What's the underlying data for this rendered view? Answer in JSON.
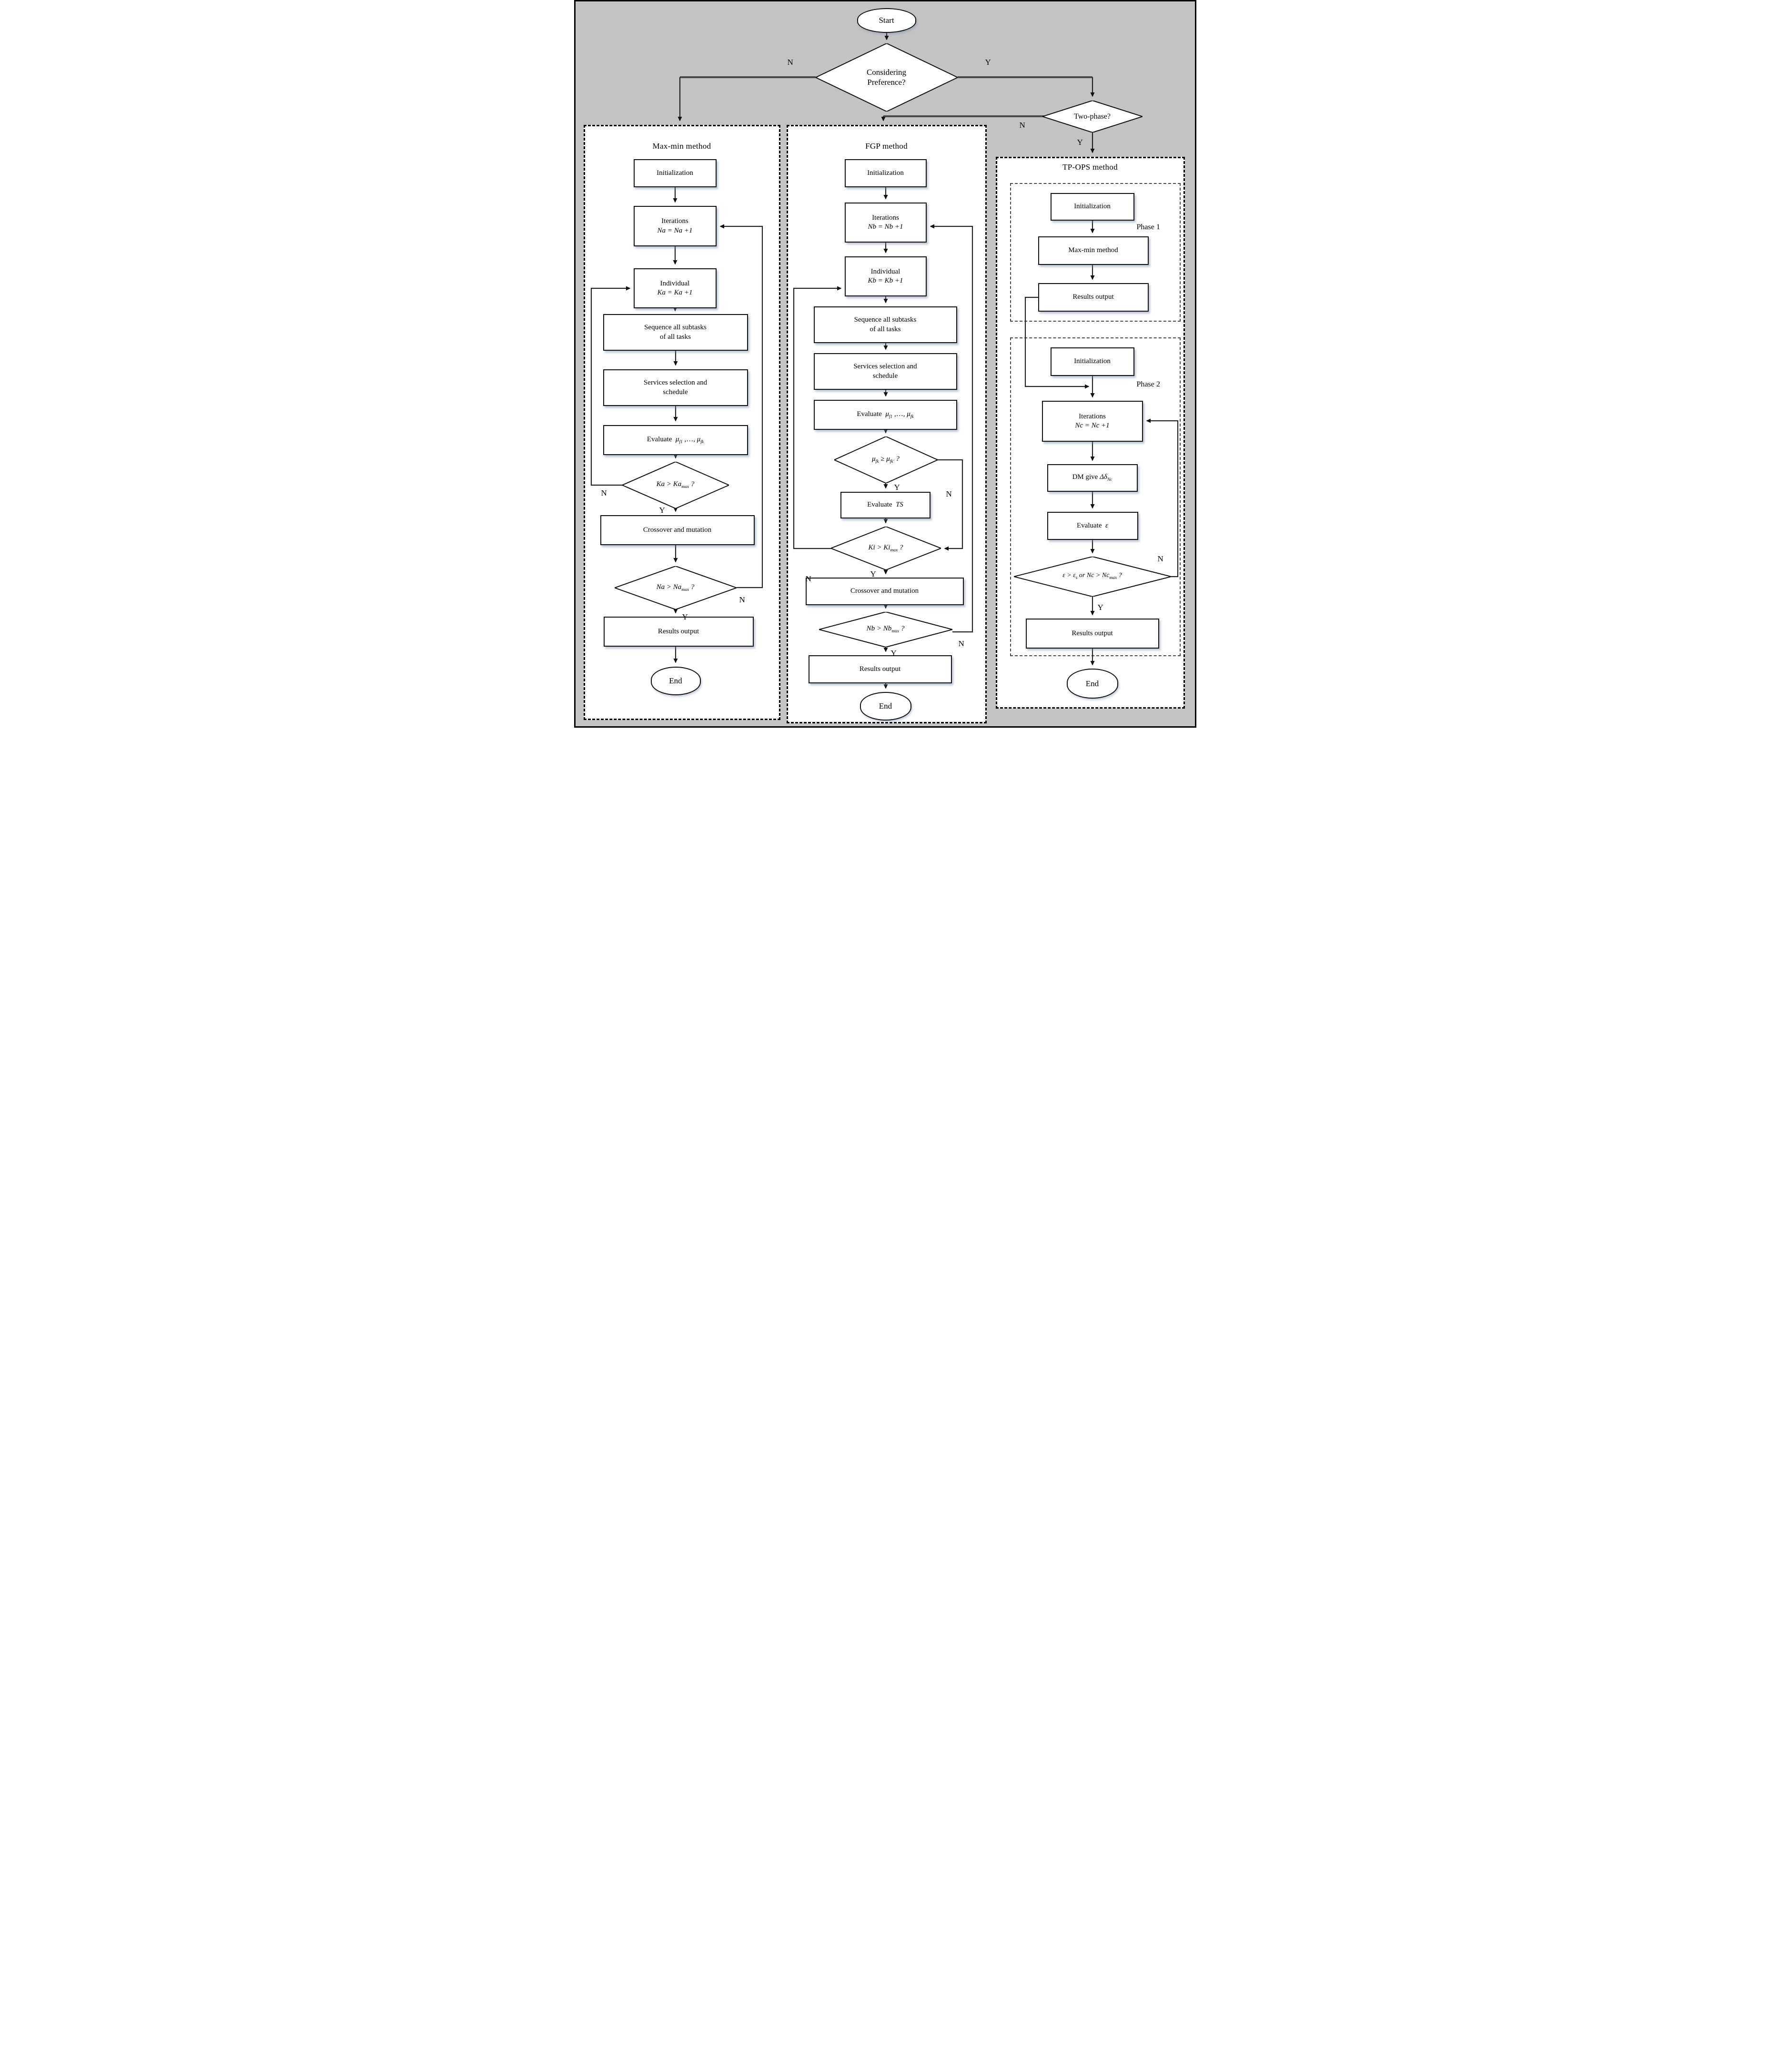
{
  "start_label": "Start",
  "end_label": "End",
  "labels": {
    "cp_n": "N",
    "cp_y": "Y",
    "tp_n": "N",
    "tp_y": "Y",
    "ka_n": "N",
    "ka_y": "Y",
    "na_n": "N",
    "na_y": "Y",
    "mu_n": "N",
    "mu_y": "Y",
    "ki_n": "N",
    "ki_y": "Y",
    "nb_n": "N",
    "nb_y": "Y",
    "eps_n": "N",
    "eps_y": "Y"
  },
  "decisions": {
    "considering": {
      "line1": "Considering",
      "line2": "Preference?"
    },
    "two_phase": "Two-phase?",
    "ka": {
      "pre": "Ka > Ka",
      "sub": "max",
      "post": " ?"
    },
    "na": {
      "pre": "Na > Na",
      "sub": "max",
      "post": " ?"
    },
    "mu": {
      "m1": "μ",
      "s1": "fk",
      "mid": " ≥ ",
      "m2": "μ",
      "s2": "fk′",
      "post": " ?"
    },
    "ki": {
      "pre": "Ki > Ki",
      "sub": "max",
      "post": " ?"
    },
    "nb": {
      "pre": "Nb > Nb",
      "sub": "max",
      "post": " ?"
    },
    "eps": {
      "p1": "ε > ε",
      "s1": "s",
      "p2": " or Nc > Nc",
      "s2": "max",
      "post": " ?"
    }
  },
  "maxmin": {
    "title": "Max-min method",
    "init": "Initialization",
    "iter1": "Iterations",
    "iter2": "Na = Na +1",
    "ind1": "Individual",
    "ind2": "Ka = Ka +1",
    "seq1": "Sequence all subtasks",
    "seq2": "of all tasks",
    "svc1": "Services selection and",
    "svc2": "schedule",
    "eval_pre": "Evaluate",
    "mu1": "μ",
    "mus1": "f1",
    "mid": " ,…, ",
    "mu2": "μ",
    "mus2": "fk",
    "cross": "Crossover and mutation",
    "results": "Results output",
    "end": "End"
  },
  "fgp": {
    "title": "FGP method",
    "init": "Initialization",
    "iter1": "Iterations",
    "iter2": "Nb = Nb +1",
    "ind1": "Individual",
    "ind2": "Kb = Kb +1",
    "seq1": "Sequence all subtasks",
    "seq2": "of all tasks",
    "svc1": "Services selection and",
    "svc2": "schedule",
    "eval_pre": "Evaluate",
    "mu1": "μ",
    "mus1": "f1",
    "mid": " ,…, ",
    "mu2": "μ",
    "mus2": "fk",
    "ts_pre": "Evaluate",
    "ts": "TS",
    "cross": "Crossover and mutation",
    "results": "Results output",
    "end": "End"
  },
  "tpops": {
    "title": "TP-OPS method",
    "phase1_label": "Phase 1",
    "p1_init": "Initialization",
    "p1_maxmin": "Max-min method",
    "p1_results": "Results output",
    "phase2_label": "Phase 2",
    "p2_init": "Initialization",
    "p2_iter1": "Iterations",
    "p2_iter2": "Nc = Nc +1",
    "dm_pre": "DM give ",
    "dm_sym": "Δδ",
    "dm_sub": "Nc",
    "eval_pre": "Evaluate",
    "eps": "ε",
    "p2_results": "Results output",
    "end": "End"
  }
}
